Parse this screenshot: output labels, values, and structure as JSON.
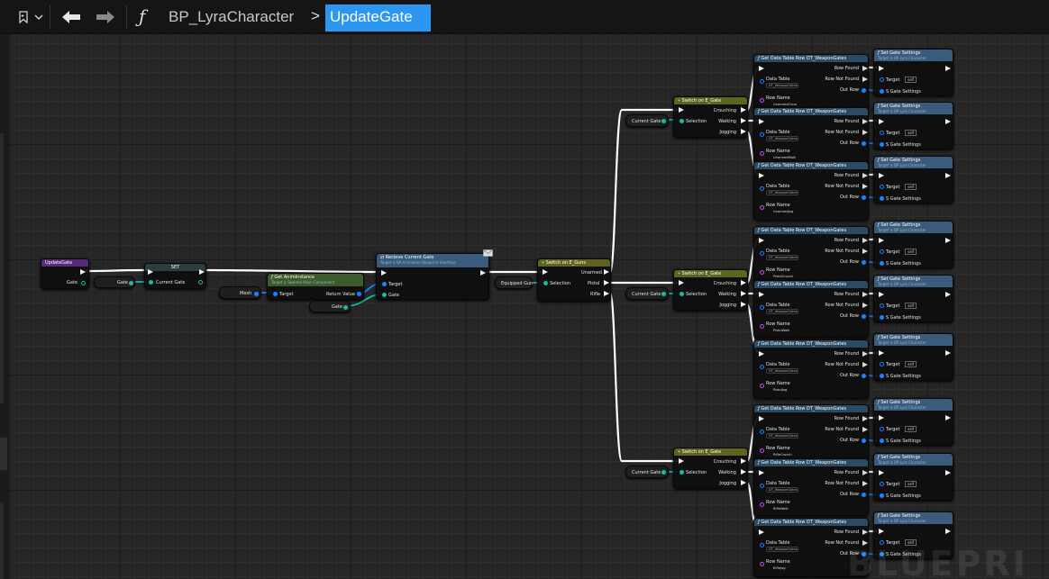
{
  "toolbar": {
    "icons": [
      "bookmark-icon",
      "chevron-down-icon",
      "back-arrow-icon",
      "forward-arrow-icon",
      "function-icon"
    ],
    "function_glyph": "ƒ",
    "breadcrumb_root": "BP_LyraCharacter",
    "breadcrumb_separator": ">",
    "breadcrumb_current": "UpdateGate"
  },
  "watermark": "BLUEPRI",
  "event": {
    "title": "UpdateGate",
    "pin_gate": "Gate"
  },
  "set_node": {
    "title": "SET",
    "pin_in": "Gate",
    "pin_out": "Current Gate"
  },
  "get_anim": {
    "title": "Get AnimInstance",
    "subtitle": "Target is Skeletal Mesh Component",
    "target": "Target",
    "return": "Return Value"
  },
  "vars": {
    "mesh": "Mesh",
    "gate": "Gate",
    "gate2": "Gate",
    "equipped": "Equipped Gun",
    "current_gate": "Current Gate"
  },
  "recieve": {
    "title": "Recieve Current Gate",
    "subtitle": "Target is BP Animation Blueprint Interface",
    "target": "Target",
    "gate": "Gate"
  },
  "switch_guns": {
    "title": "Switch on E_Guns",
    "selection": "Selection",
    "outputs": [
      "Unarmed",
      "Pistol",
      "Rifle"
    ]
  },
  "switch_gate": {
    "title": "Switch on E_Gate",
    "selection": "Selection",
    "outputs": [
      "Crouching",
      "Walking",
      "Jogging"
    ]
  },
  "dt_node": {
    "title": "Get Data Table Row DT_WeaponGates",
    "row_found": "Row Found",
    "row_not_found": "Row Not Found",
    "out_row": "Out Row",
    "data_table": "Data Table",
    "data_table_value": "DT_WeaponGates",
    "row_name": "Row Name"
  },
  "settings_node": {
    "title": "Set Gate Settings",
    "subtitle": "Target is BP Lyra Character",
    "target": "Target",
    "self": "self",
    "s_gate": "S Gate Settings"
  },
  "groups": [
    {
      "rows": [
        "UnarmedCrouch",
        "UnarmedWalk",
        "UnarmedJog"
      ]
    },
    {
      "rows": [
        "PistolCrouch",
        "PistolWalk",
        "PistolJog"
      ]
    },
    {
      "rows": [
        "RifleCrouch",
        "RifleWalk",
        "RifleJog"
      ]
    }
  ],
  "colors": {
    "event_header": "#5a2a78",
    "set_header": "#2d3d3d",
    "interface_header": "#3a5b7c",
    "switch_header": "#5f6320",
    "func_header": "#2a4b63",
    "pure_header": "#3d5a2a",
    "exec_wire": "#ffffff",
    "object_wire": "#1a84ff",
    "struct_wire": "#1bb8a4",
    "accent": "#2b97f0"
  }
}
